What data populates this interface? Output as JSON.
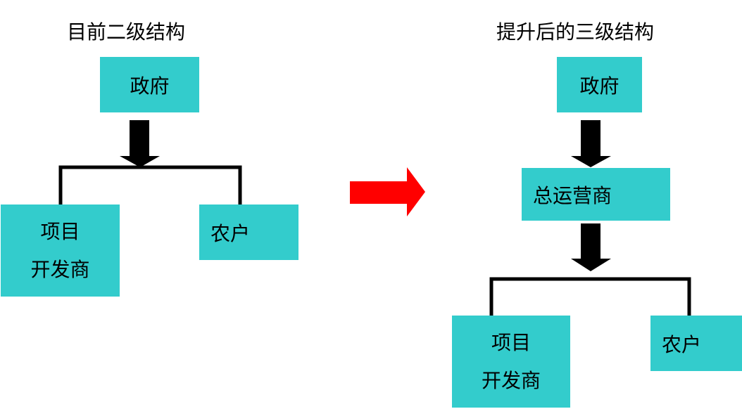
{
  "left": {
    "title": "目前二级结构",
    "top_box": "政府",
    "developer_line1": "项目",
    "developer_line2": "开发商",
    "farmer": "农户"
  },
  "right": {
    "title": "提升后的三级结构",
    "top_box": "政府",
    "operator": "总运营商",
    "developer_line1": "项目",
    "developer_line2": "开发商",
    "farmer": "农户"
  },
  "colors": {
    "box": "#33cccc",
    "transition_arrow": "#ff0000",
    "connector": "#000000"
  }
}
